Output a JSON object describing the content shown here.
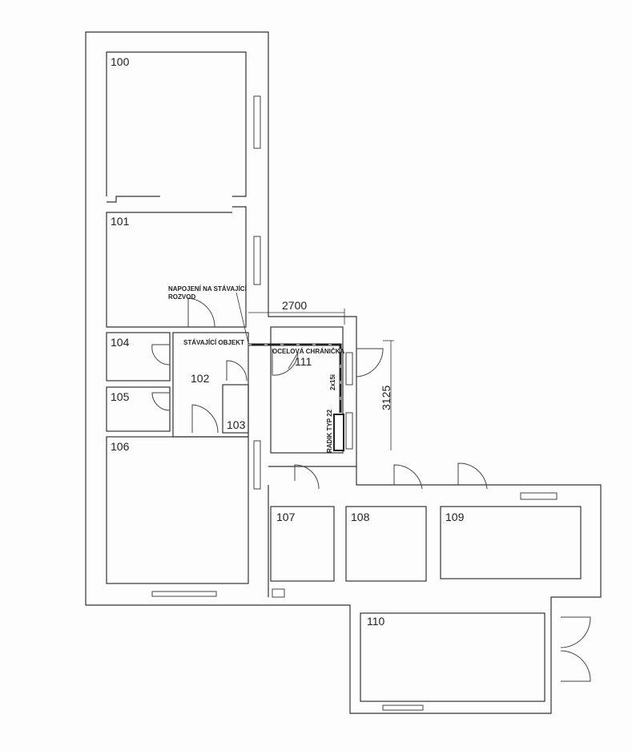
{
  "rooms": [
    {
      "id": "100"
    },
    {
      "id": "101"
    },
    {
      "id": "102"
    },
    {
      "id": "103"
    },
    {
      "id": "104"
    },
    {
      "id": "105"
    },
    {
      "id": "106"
    },
    {
      "id": "107"
    },
    {
      "id": "108"
    },
    {
      "id": "109"
    },
    {
      "id": "110"
    },
    {
      "id": "111"
    }
  ],
  "notes": {
    "connection_line1": "NAPOJENÍ NA STÁVAJÍCÍ",
    "connection_line2": "ROZVOD",
    "existing_building": "STÁVAJÍCÍ OBJEKT",
    "steel_conduit": "OCELOVÁ CHRÁNIČKA",
    "pipe_size": "2x15i",
    "radiator": "RADIK TYP 22"
  },
  "dimensions": {
    "horizontal": "2700",
    "vertical": "3125"
  }
}
